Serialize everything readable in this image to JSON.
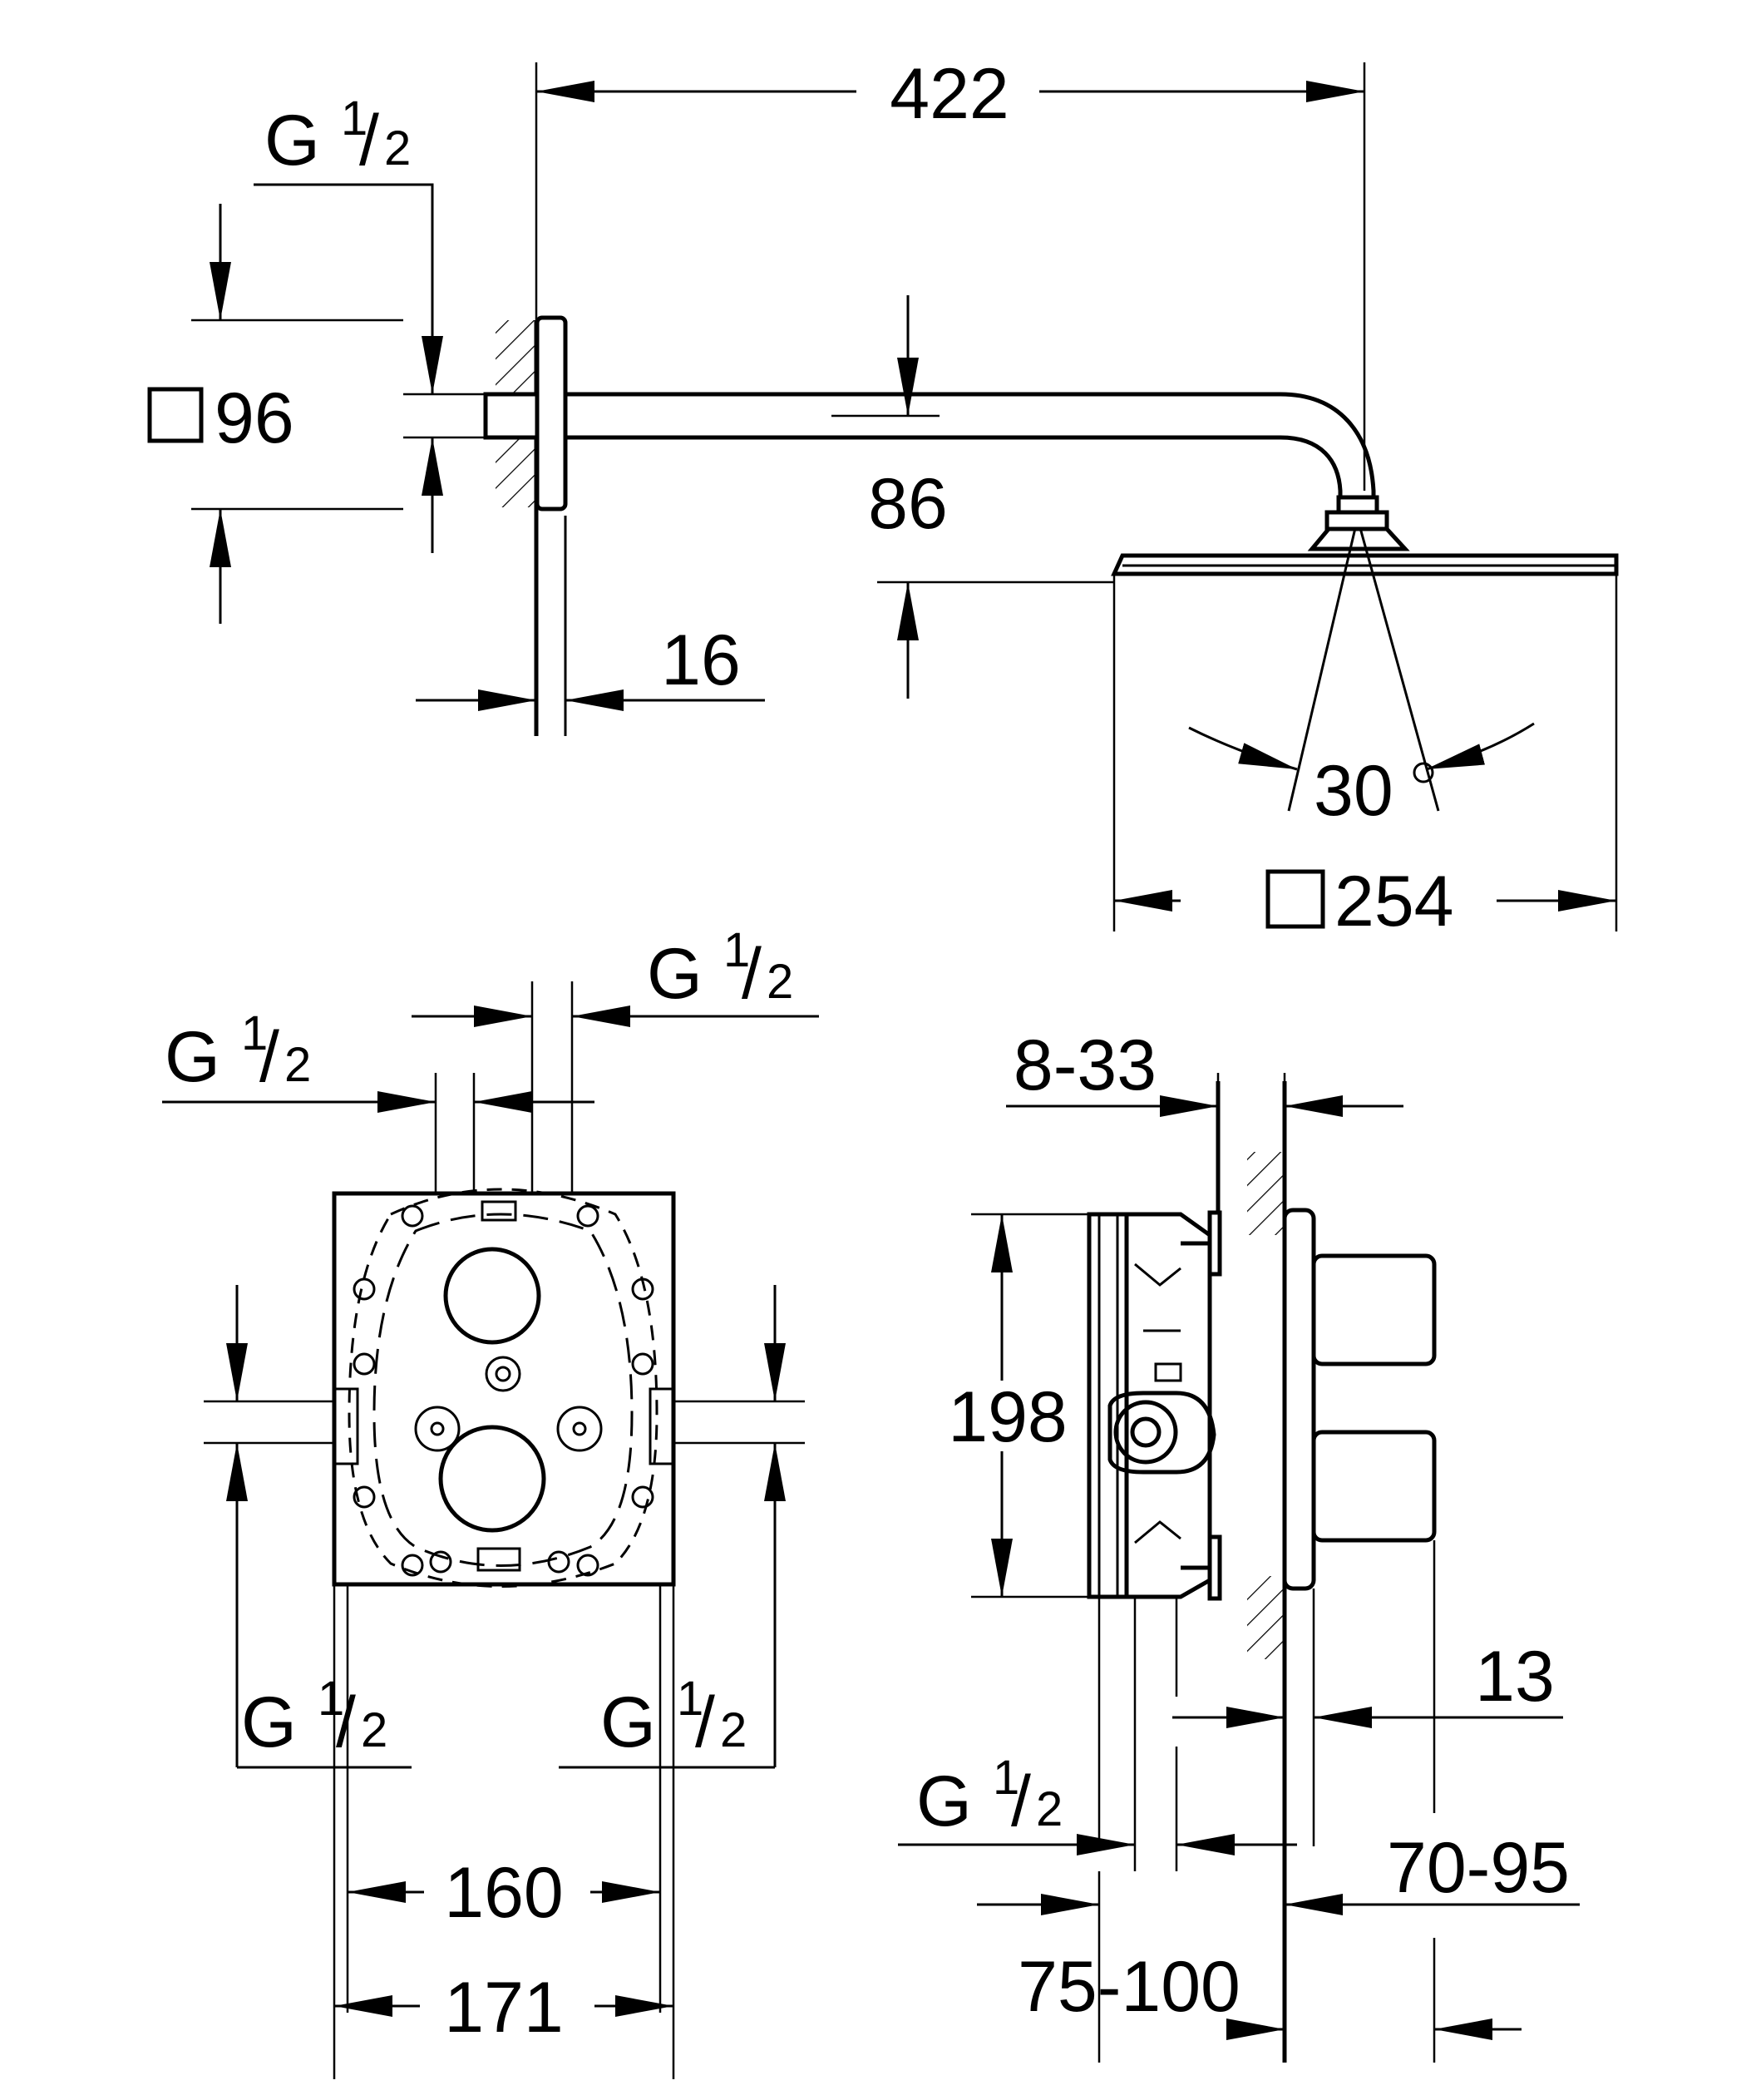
{
  "top_view": {
    "arm_length": "422",
    "flange_square": "96",
    "arm_height": "86",
    "wall_offset": "16",
    "spray_angle": "30",
    "degree_symbol": "°",
    "head_square": "254",
    "thread_g": "G",
    "thread_num": "1",
    "thread_den": "2"
  },
  "front_view": {
    "thread_top_right_g": "G",
    "thread_top_right_num": "1",
    "thread_top_right_den": "2",
    "thread_top_left_g": "G",
    "thread_top_left_num": "1",
    "thread_top_left_den": "2",
    "thread_bottom_left_g": "G",
    "thread_bottom_left_num": "1",
    "thread_bottom_left_den": "2",
    "thread_bottom_right_g": "G",
    "thread_bottom_right_num": "1",
    "thread_bottom_right_den": "2",
    "inner_width": "160",
    "outer_width": "171"
  },
  "side_view": {
    "wall_range": "8-33",
    "height": "198",
    "plate_offset": "13",
    "thread_g": "G",
    "thread_num": "1",
    "thread_den": "2",
    "handle_depth": "70-95",
    "body_depth": "75-100"
  }
}
